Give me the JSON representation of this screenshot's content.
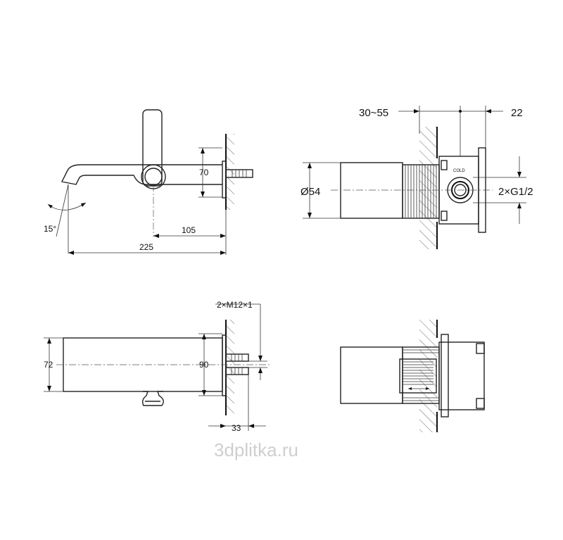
{
  "dimensions": {
    "side_height": "70",
    "spout_reach": "105",
    "total_length": "225",
    "spout_angle": "15°",
    "wall_range": "30~55",
    "plate_thickness": "22",
    "rosette_diameter": "Ø54",
    "inlet_thread": "2×G1/2",
    "inlet_label": "COLD",
    "top_height": "72",
    "stud_spacing": "90",
    "stud_thread": "2×M12×1",
    "stud_length": "33"
  },
  "watermark": "3dplitka.ru"
}
